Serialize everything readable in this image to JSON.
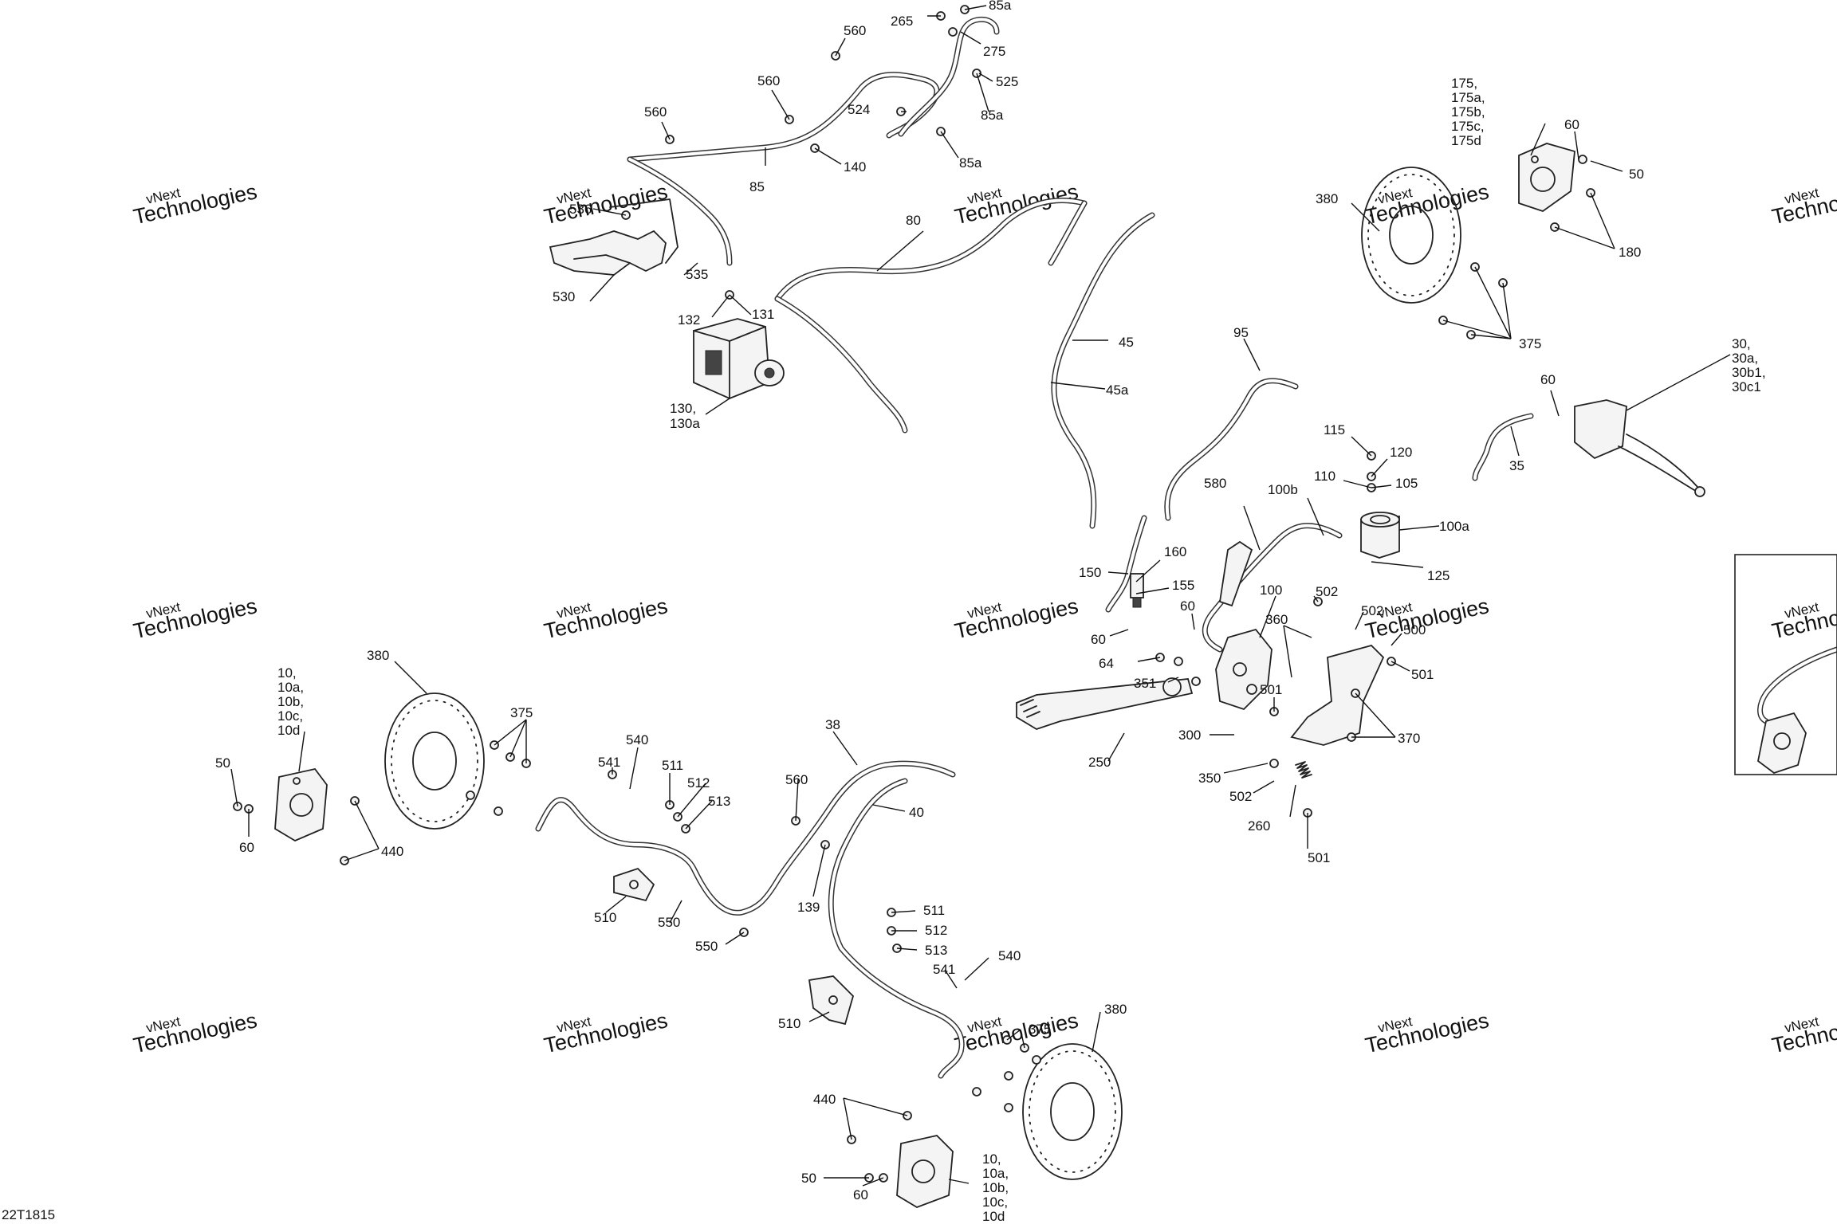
{
  "diagram_id": "22T1815",
  "watermark": {
    "line1": "vNext",
    "line2": "Technologies"
  },
  "labels": {
    "l265": "265",
    "l85a_1": "85a",
    "l560_1": "560",
    "l275": "275",
    "l525": "525",
    "l560_2": "560",
    "l524": "524",
    "l85a_2": "85a",
    "l560_3": "560",
    "l140": "140",
    "l85a_3": "85a",
    "l85": "85",
    "l536": "536",
    "l535": "535",
    "l530": "530",
    "l132": "132",
    "l131": "131",
    "l80": "80",
    "l130": "130,",
    "l130a": "130a",
    "l45": "45",
    "l45a": "45a",
    "l95": "95",
    "l175": "175,",
    "l175a": "175a,",
    "l175b": "175b,",
    "l175c": "175c,",
    "l175d": "175d",
    "l60_r1": "60",
    "l50_r1": "50",
    "l380_r1": "380",
    "l180": "180",
    "l375_r1": "375",
    "l30": "30,",
    "l30a": "30a,",
    "l30b1": "30b1,",
    "l30c1": "30c1",
    "l60_r2": "60",
    "l35": "35",
    "l115": "115",
    "l120": "120",
    "l110": "110",
    "l105": "105",
    "l580": "580",
    "l100b": "100b",
    "l100a": "100a",
    "l125": "125",
    "l150": "150",
    "l160": "160",
    "l155": "155",
    "l60_c1": "60",
    "l60_c2": "60",
    "l64": "64",
    "l100": "100",
    "l502_1": "502",
    "l360": "360",
    "l502_2": "502",
    "l500": "500",
    "l501_1": "501",
    "l501_2": "501",
    "l351": "351",
    "l370": "370",
    "l300": "300",
    "l250": "250",
    "l350": "350",
    "l502_3": "502",
    "l260": "260",
    "l501_3": "501",
    "l380_l": "380",
    "l10": "10,",
    "l10a": "10a,",
    "l10b": "10b,",
    "l10c": "10c,",
    "l10d": "10d",
    "l50_l": "50",
    "l375_l": "375",
    "l60_l": "60",
    "l440_l": "440",
    "l540_1": "540",
    "l541_1": "541",
    "l511_1": "511",
    "l512_1": "512",
    "l513_1": "513",
    "l38": "38",
    "l560_4": "560",
    "l40": "40",
    "l510_1": "510",
    "l550_1": "550",
    "l550_2": "550",
    "l139": "139",
    "l511_2": "511",
    "l512_2": "512",
    "l513_2": "513",
    "l541_2": "541",
    "l540_2": "540",
    "l510_2": "510",
    "l375_b": "375",
    "l380_b": "380",
    "l440_b": "440",
    "l50_b": "50",
    "l60_b": "60",
    "l10_b": "10,",
    "l10a_b": "10a,",
    "l10b_b": "10b,",
    "l10c_b": "10c,",
    "l10d_b": "10d"
  }
}
